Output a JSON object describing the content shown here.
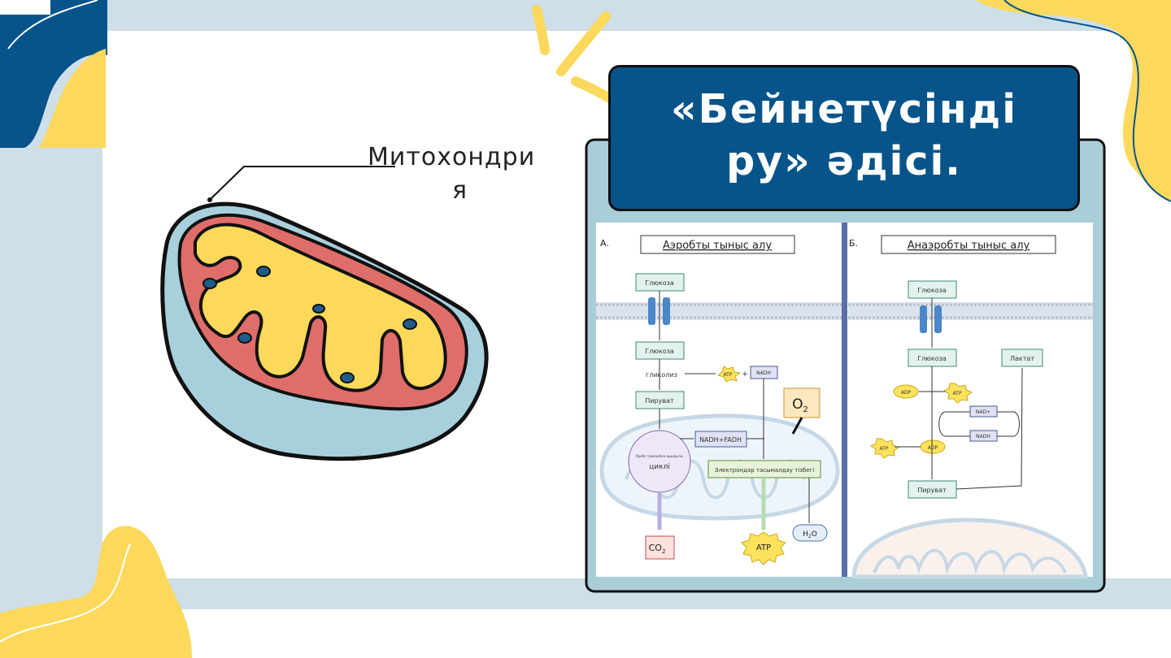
{
  "slide": {
    "mito_label_line1": "Митохондри",
    "mito_label_line2": "я",
    "title_line1": "«Бейнетүсінді",
    "title_line2": "ру» әдісі."
  },
  "diagram": {
    "panel_a": {
      "letter": "А.",
      "heading": "Аэробты тыныс алу",
      "glucose_top": "Глюкоза",
      "glucose": "Глюкоза",
      "glycolysis": "гликолиз",
      "atp_small": "ATP",
      "plus": "+",
      "nadh": "NADH",
      "pyruvate": "Пируват",
      "nadh_fadh": "NADH+FADH",
      "krebs_small": "Кребс трикарбон қышқылы",
      "cycle": "циклі",
      "o2": "O",
      "o2_sub": "2",
      "etc": "Электрондар тасымалдау тізбегі",
      "co2": "CO",
      "co2_sub": "2",
      "atp_big": "ATP",
      "h2o_h": "H",
      "h2o_sub": "2",
      "h2o_o": "O"
    },
    "panel_b": {
      "letter": "Б.",
      "heading": "Анаэробты тыныс алу",
      "glucose_top": "Глюкоза",
      "glucose": "Глюкоза",
      "lactate": "Лактат",
      "adp": "ADP",
      "atp": "ATP",
      "nad_plus": "NAD+",
      "nadh": "NADH",
      "atp2": "ATP",
      "adp2": "ADP",
      "pyruvate": "Пируват"
    }
  },
  "colors": {
    "navy": "#07548a",
    "yellow": "#fcd95c",
    "light_blue": "#cfdfe8",
    "panel_teal": "#a9ced8",
    "mito_outer": "#a8d0dc",
    "mito_mid": "#df6e6a",
    "mito_inner": "#fcd95a"
  }
}
